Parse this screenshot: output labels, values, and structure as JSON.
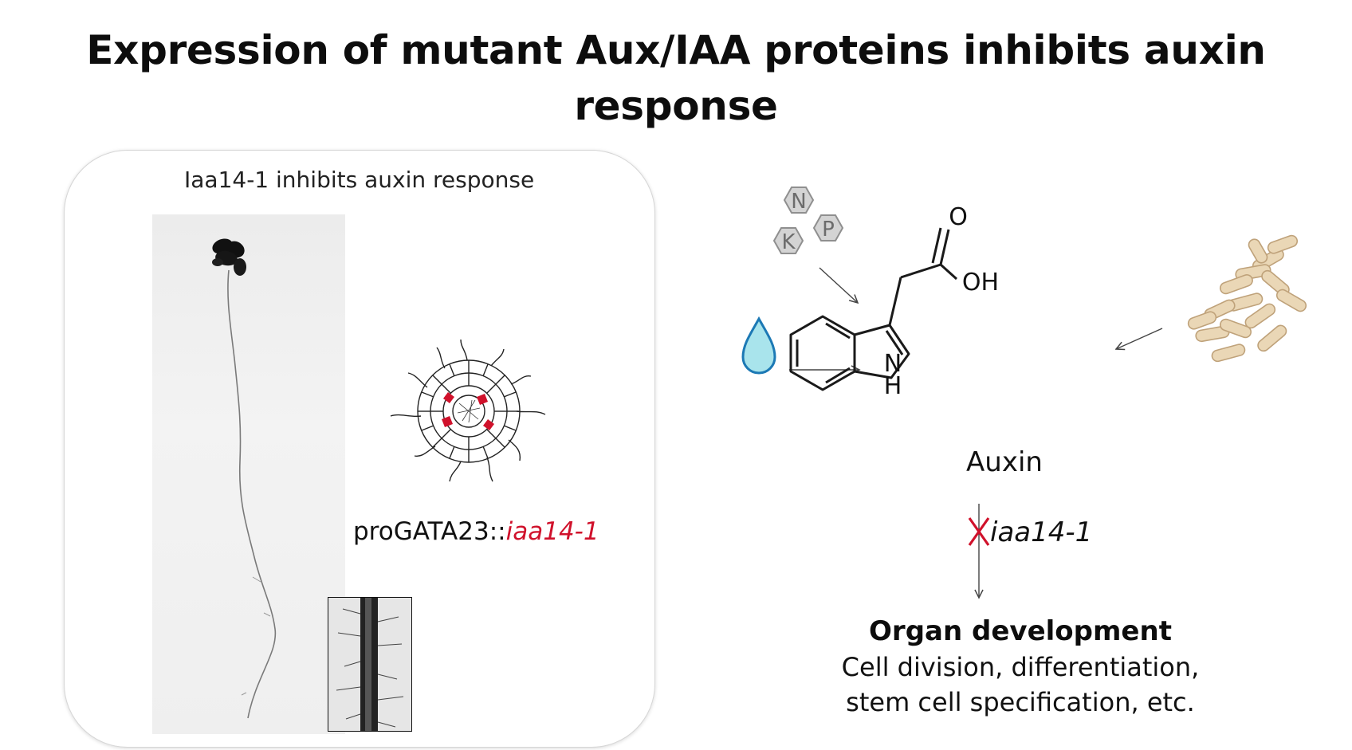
{
  "slide": {
    "title": "Expression of mutant Aux/IAA proteins inhibits auxin response"
  },
  "left_panel": {
    "label": "Iaa14-1 inhibits auxin response",
    "construct_prefix": "proGATA23::",
    "construct_allele": "iaa14-1"
  },
  "right_panel": {
    "nutrient_icons": [
      "N",
      "P",
      "K"
    ],
    "structure_atoms": {
      "carbonyl": "O",
      "hydroxyl": "OH",
      "nitrogen": "N",
      "hydrogen": "H"
    },
    "molecule_name": "Auxin",
    "blocking_allele": "iaa14-1",
    "outcome_title": "Organ development",
    "outcome_line1": "Cell division, differentiation,",
    "outcome_line2": "stem cell specification, etc."
  },
  "colors": {
    "highlight_red": "#d0112b",
    "water_fill": "#a9e4ec",
    "water_stroke": "#1c79b5",
    "bacteria_fill": "#ead7b6",
    "bacteria_stroke": "#bfa27a",
    "nutrient_fill": "#d4d4d4",
    "nutrient_stroke": "#8f8f8f"
  }
}
